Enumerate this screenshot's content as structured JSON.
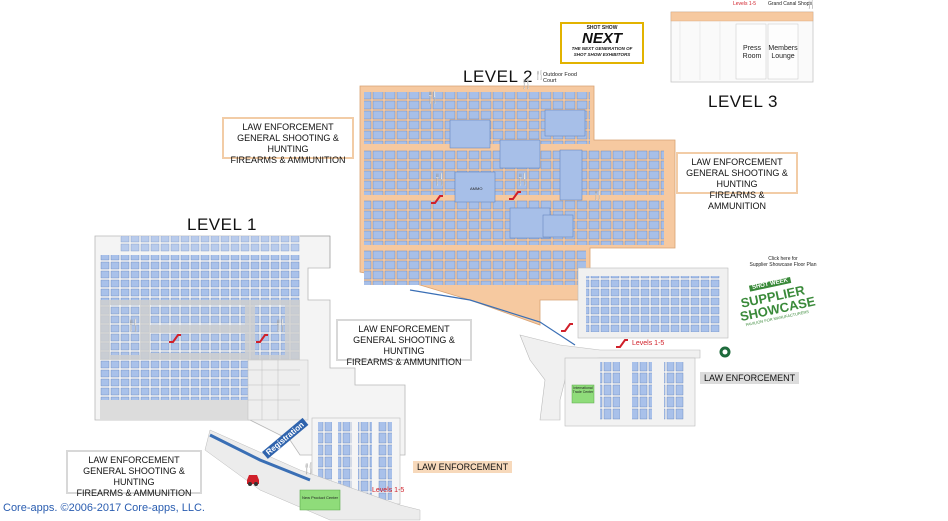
{
  "levels": {
    "level1": "LEVEL 1",
    "level2": "LEVEL 2",
    "level3": "LEVEL 3"
  },
  "categories": {
    "line1": "LAW ENFORCEMENT",
    "line2": "GENERAL SHOOTING & HUNTING",
    "line3": "FIREARMS & AMMUNITION"
  },
  "law_enforcement_tag": "LAW ENFORCEMENT",
  "next_logo": {
    "top": "SHOT SHOW",
    "brand": "NEXT",
    "line1": "THE NEXT GENERATION OF",
    "line2": "SHOT SHOW EXHIBITORS"
  },
  "supplier_logo": {
    "ribbon": "SHOT WEEK",
    "line1": "SUPPLIER",
    "line2": "SHOWCASE",
    "tiny": "PAVILION FOR MANUFACTURERS"
  },
  "supplier_link": {
    "line1": "Click here for",
    "line2": "Supplier Showcase Floor Plan"
  },
  "level3_rooms": {
    "press_line1": "Press",
    "press_line2": "Room",
    "members_line1": "Members",
    "members_line2": "Lounge",
    "levels_tag": "Levels 1-5",
    "shops": "Grand Canal Shops"
  },
  "small_labels": {
    "outdoor_food_court": "Outdoor Food Court",
    "registration": "Registration",
    "levels_1_5_a": "Levels 1-5",
    "levels_1_5_b": "Levels 1-5",
    "new_product_center": "New Product Center",
    "international_trade_center": "International Trade Center",
    "ammo": "AMMO"
  },
  "footer": "Core-apps. ©2006-2017 Core-apps, LLC.",
  "colors": {
    "level2_floor": "#f6c9a0",
    "booth_blue": "#9db8e6",
    "level1_floor": "#cfcfcf",
    "red_icon": "#d0202a",
    "footer_link": "#2a5db0",
    "green_center": "#8fdc7a"
  },
  "icons": [
    "food-icon",
    "escalator-icon",
    "car-icon",
    "starbucks-icon"
  ]
}
